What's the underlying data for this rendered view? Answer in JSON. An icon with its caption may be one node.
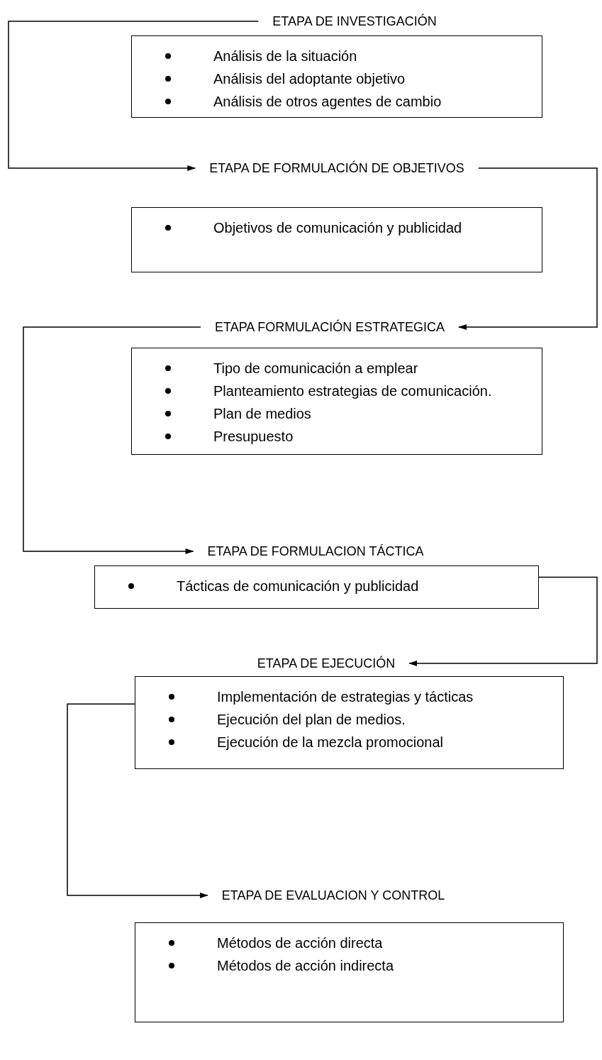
{
  "diagram": {
    "nodes": [
      {
        "text": [
          "ETAPA DE INVESTIGACIÓN",
          "Análisis de la situación",
          "Análisis del adoptante objetivo",
          "Análisis de otros agentes de cambio"
        ]
      },
      {
        "text": [
          "ETAPA DE FORMULACIÓN DE OBJETIVOS",
          "Objetivos de comunicación y publicidad"
        ]
      },
      {
        "text": [
          "ETAPA FORMULACIÓN ESTRATEGICA",
          "Tipo de comunicación a emplear",
          "Planteamiento estrategias de comunicación.",
          "Plan de medios",
          "Presupuesto"
        ]
      },
      {
        "text": [
          "ETAPA DE FORMULACION TÁCTICA",
          "Tácticas de comunicación y publicidad"
        ]
      },
      {
        "text": [
          "ETAPA DE EJECUCIÓN",
          "Implementación de estrategias y tácticas",
          "Ejecución del plan de medios.",
          "Ejecución de la mezcla promocional"
        ]
      },
      {
        "text": [
          "ETAPA DE EVALUACION Y CONTROL",
          "Métodos de acción directa",
          "Métodos de acción indirecta"
        ]
      }
    ],
    "edges": [
      {
        "from": 0,
        "to": 1,
        "arrow": "to"
      },
      {
        "from": 1,
        "to": 2,
        "arrow": "to"
      },
      {
        "from": 2,
        "to": 3,
        "arrow": "to"
      },
      {
        "from": 3,
        "to": 4,
        "arrow": "to"
      },
      {
        "from": 4,
        "to": 5,
        "arrow": "to"
      }
    ]
  }
}
